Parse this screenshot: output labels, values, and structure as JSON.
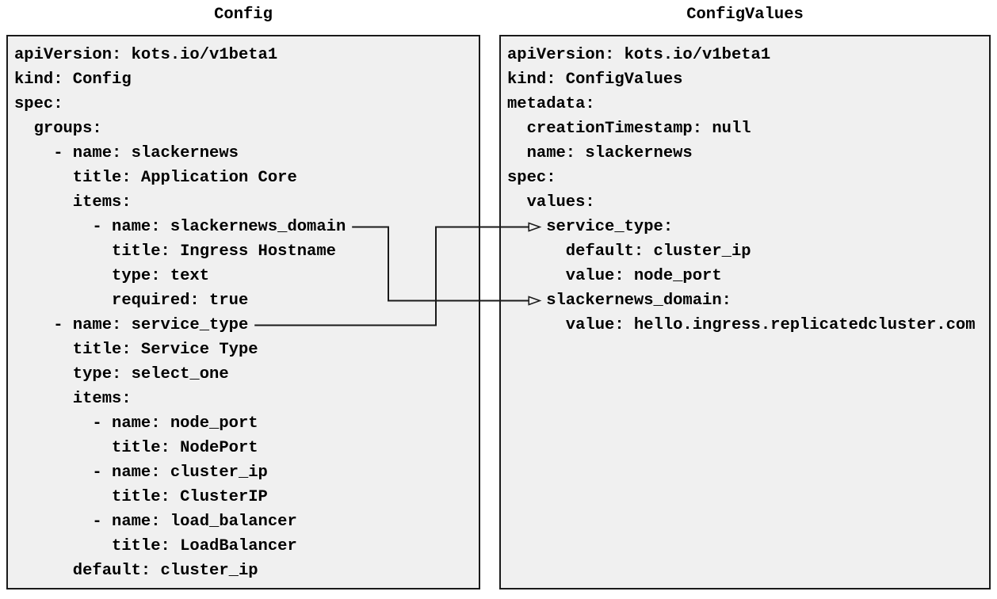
{
  "panels": [
    {
      "id": "config",
      "title": "Config",
      "lines": [
        "apiVersion: kots.io/v1beta1",
        "kind: Config",
        "spec:",
        "  groups:",
        "    - name: slackernews",
        "      title: Application Core",
        "      items:",
        "        - name: slackernews_domain",
        "          title: Ingress Hostname",
        "          type: text",
        "          required: true",
        "    - name: service_type",
        "      title: Service Type",
        "      type: select_one",
        "      items:",
        "        - name: node_port",
        "          title: NodePort",
        "        - name: cluster_ip",
        "          title: ClusterIP",
        "        - name: load_balancer",
        "          title: LoadBalancer",
        "      default: cluster_ip"
      ]
    },
    {
      "id": "config_values",
      "title": "ConfigValues",
      "lines": [
        "apiVersion: kots.io/v1beta1",
        "kind: ConfigValues",
        "metadata:",
        "  creationTimestamp: null",
        "  name: slackernews",
        "spec:",
        "  values:",
        "    service_type:",
        "      default: cluster_ip",
        "      value: node_port",
        "    slackernews_domain:",
        "      value: hello.ingress.replicatedcluster.com"
      ]
    }
  ],
  "connections": [
    {
      "label": "slackernews_domain maps to ConfigValues slackernews_domain",
      "from_panel": 0,
      "from_line": 7,
      "to_panel": 1,
      "to_line": 10
    },
    {
      "label": "service_type maps to ConfigValues service_type",
      "from_panel": 0,
      "from_line": 11,
      "to_panel": 1,
      "to_line": 7
    }
  ],
  "colors": {
    "page_background": "#ffffff",
    "box_fill": "#f0f0f0",
    "box_border": "#1a1a1a",
    "text": "#000000",
    "arrow": "#1a1a1a",
    "arrowhead_fill": "#f0f0f0"
  }
}
